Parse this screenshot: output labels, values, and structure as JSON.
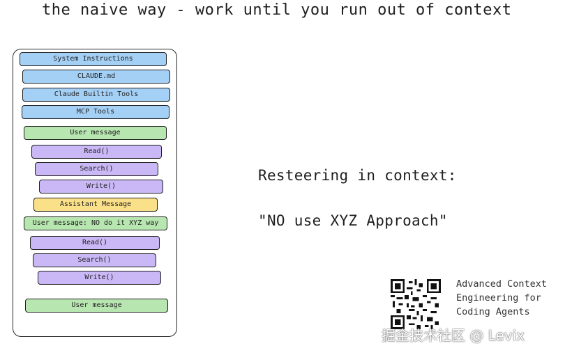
{
  "title": "the naive way - work until you run out of context",
  "context_stack": [
    {
      "label": "System Instructions",
      "kind": "system"
    },
    {
      "label": "CLAUDE.md",
      "kind": "system"
    },
    {
      "label": "Claude Builtin Tools",
      "kind": "system"
    },
    {
      "label": "MCP Tools",
      "kind": "system"
    },
    {
      "label": "User message",
      "kind": "user"
    },
    {
      "label": "Read()",
      "kind": "tool"
    },
    {
      "label": "Search()",
      "kind": "tool"
    },
    {
      "label": "Write()",
      "kind": "tool"
    },
    {
      "label": "Assistant Message",
      "kind": "assistant"
    },
    {
      "label": "User message: NO do it XYZ way",
      "kind": "user"
    },
    {
      "label": "Read()",
      "kind": "tool"
    },
    {
      "label": "Search()",
      "kind": "tool"
    },
    {
      "label": "Write()",
      "kind": "tool"
    },
    {
      "label": "User message",
      "kind": "user"
    }
  ],
  "colors": {
    "system": "#a5d0f5",
    "user": "#b7e6b0",
    "tool": "#c9b8f5",
    "assistant": "#fbe08a"
  },
  "resteer": {
    "heading": "Resteering in context:",
    "quote": "\"NO use XYZ Approach\""
  },
  "promo": {
    "line1": "Advanced Context",
    "line2": "Engineering for",
    "line3": "Coding Agents"
  },
  "watermark": "掘金技术社区 @ Levix"
}
